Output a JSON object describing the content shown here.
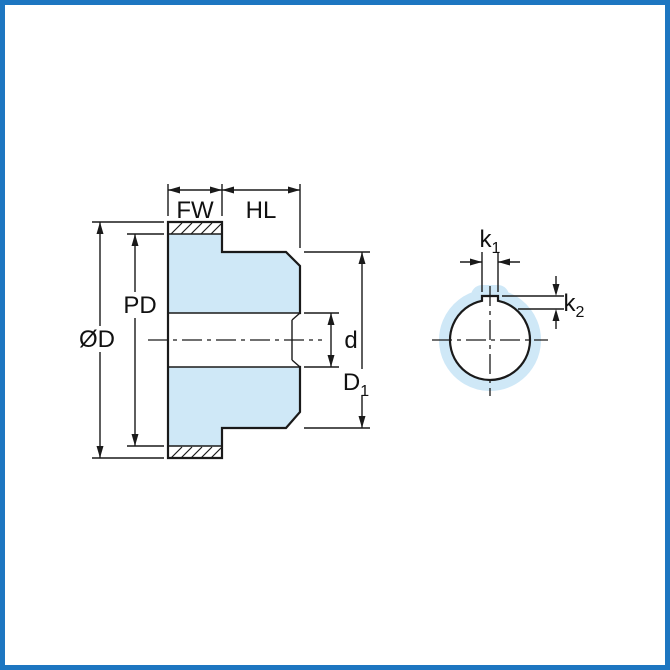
{
  "colors": {
    "fill_blue": "#cfe8f7",
    "border_blue": "#1d76c1",
    "line": "#1a1a1a"
  },
  "labels": {
    "fw": "FW",
    "hl": "HL",
    "pd": "PD",
    "od": "ØD",
    "d": "d",
    "d1": {
      "base": "D",
      "sub": "1"
    },
    "k1": {
      "base": "k",
      "sub": "1"
    },
    "k2": {
      "base": "k",
      "sub": "2"
    }
  }
}
